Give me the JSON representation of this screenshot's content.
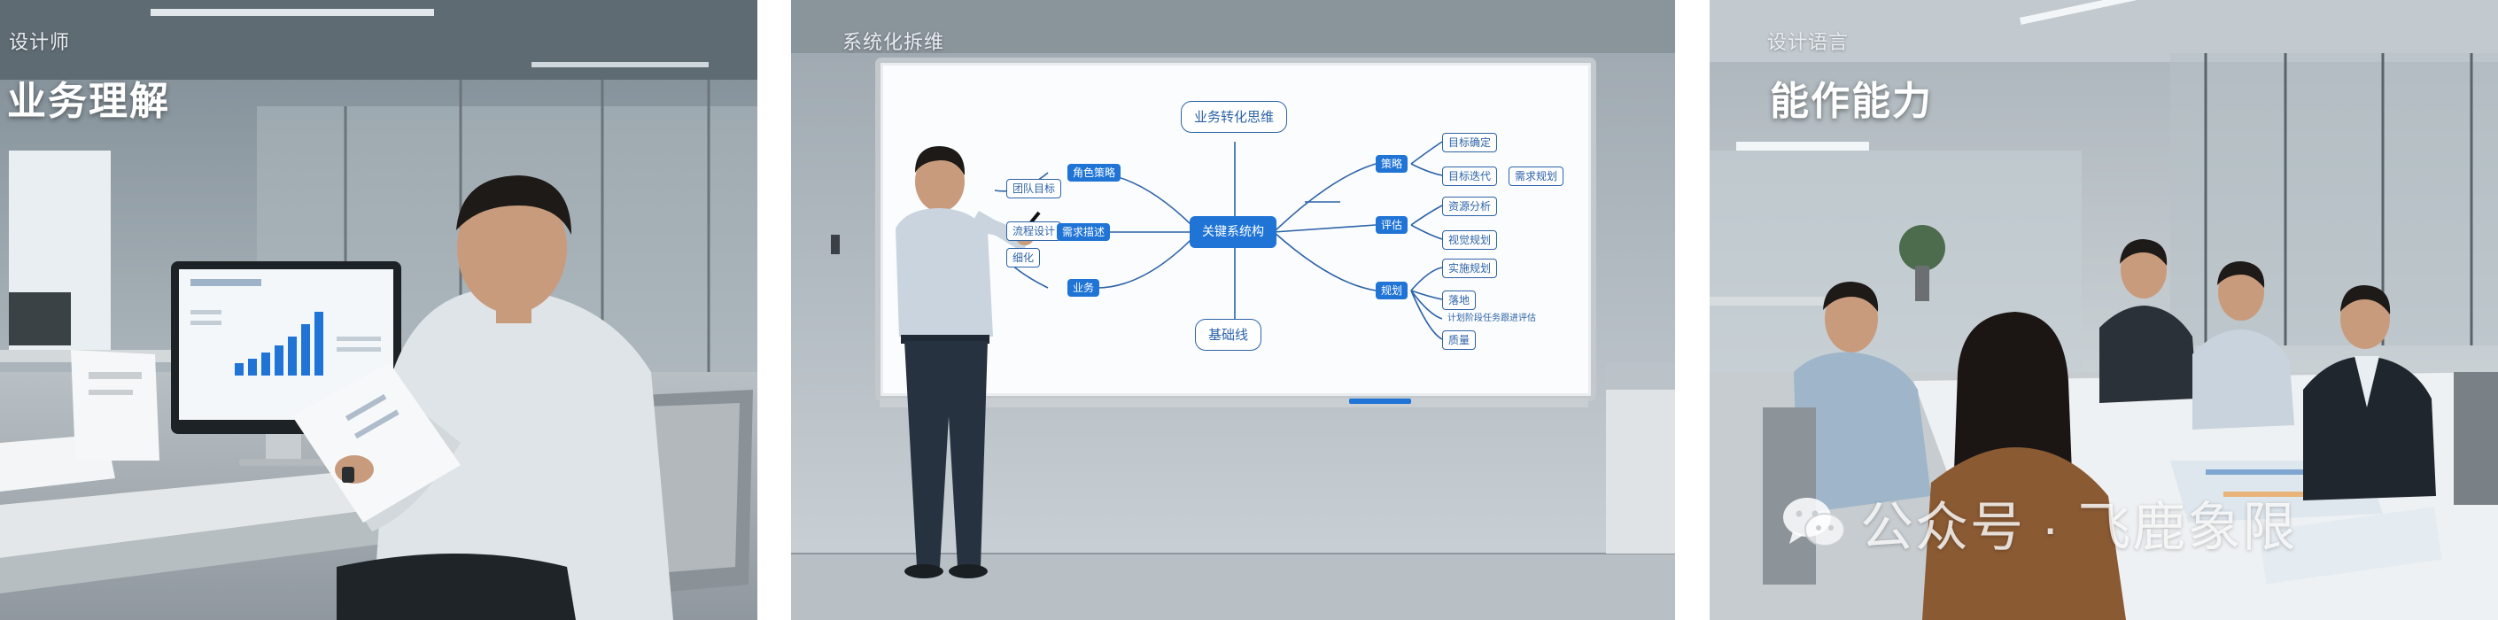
{
  "panels": [
    {
      "caption_small": "设计师",
      "caption_big": "业务理解"
    },
    {
      "caption_small": "系统化拆维",
      "whiteboard": {
        "top_node": "业务转化思维",
        "center_node": "关键系统构",
        "bottom_node": "基础线",
        "left_nodes": [
          "团队目标",
          "流程设计",
          "细化"
        ],
        "left_mid_nodes": [
          "角色策略",
          "需求描述",
          "业务"
        ],
        "right_branch_nodes": [
          "策略",
          "评估",
          "规划"
        ],
        "right_leaf_nodes": [
          "目标确定",
          "目标迭代",
          "资源分析",
          "视觉规划",
          "实施规划",
          "落地",
          "计划阶段任务跟进评估",
          "质量"
        ],
        "far_right_node": "需求规划"
      }
    },
    {
      "caption_small": "设计语言",
      "caption_big": "能作能力"
    }
  ],
  "watermark": {
    "text": "公众号 · 飞鹿象限",
    "icon": "wechat-icon"
  },
  "colors": {
    "accent_blue": "#1f74d6",
    "office_gray": "#cfd6dc",
    "white": "#ffffff"
  }
}
